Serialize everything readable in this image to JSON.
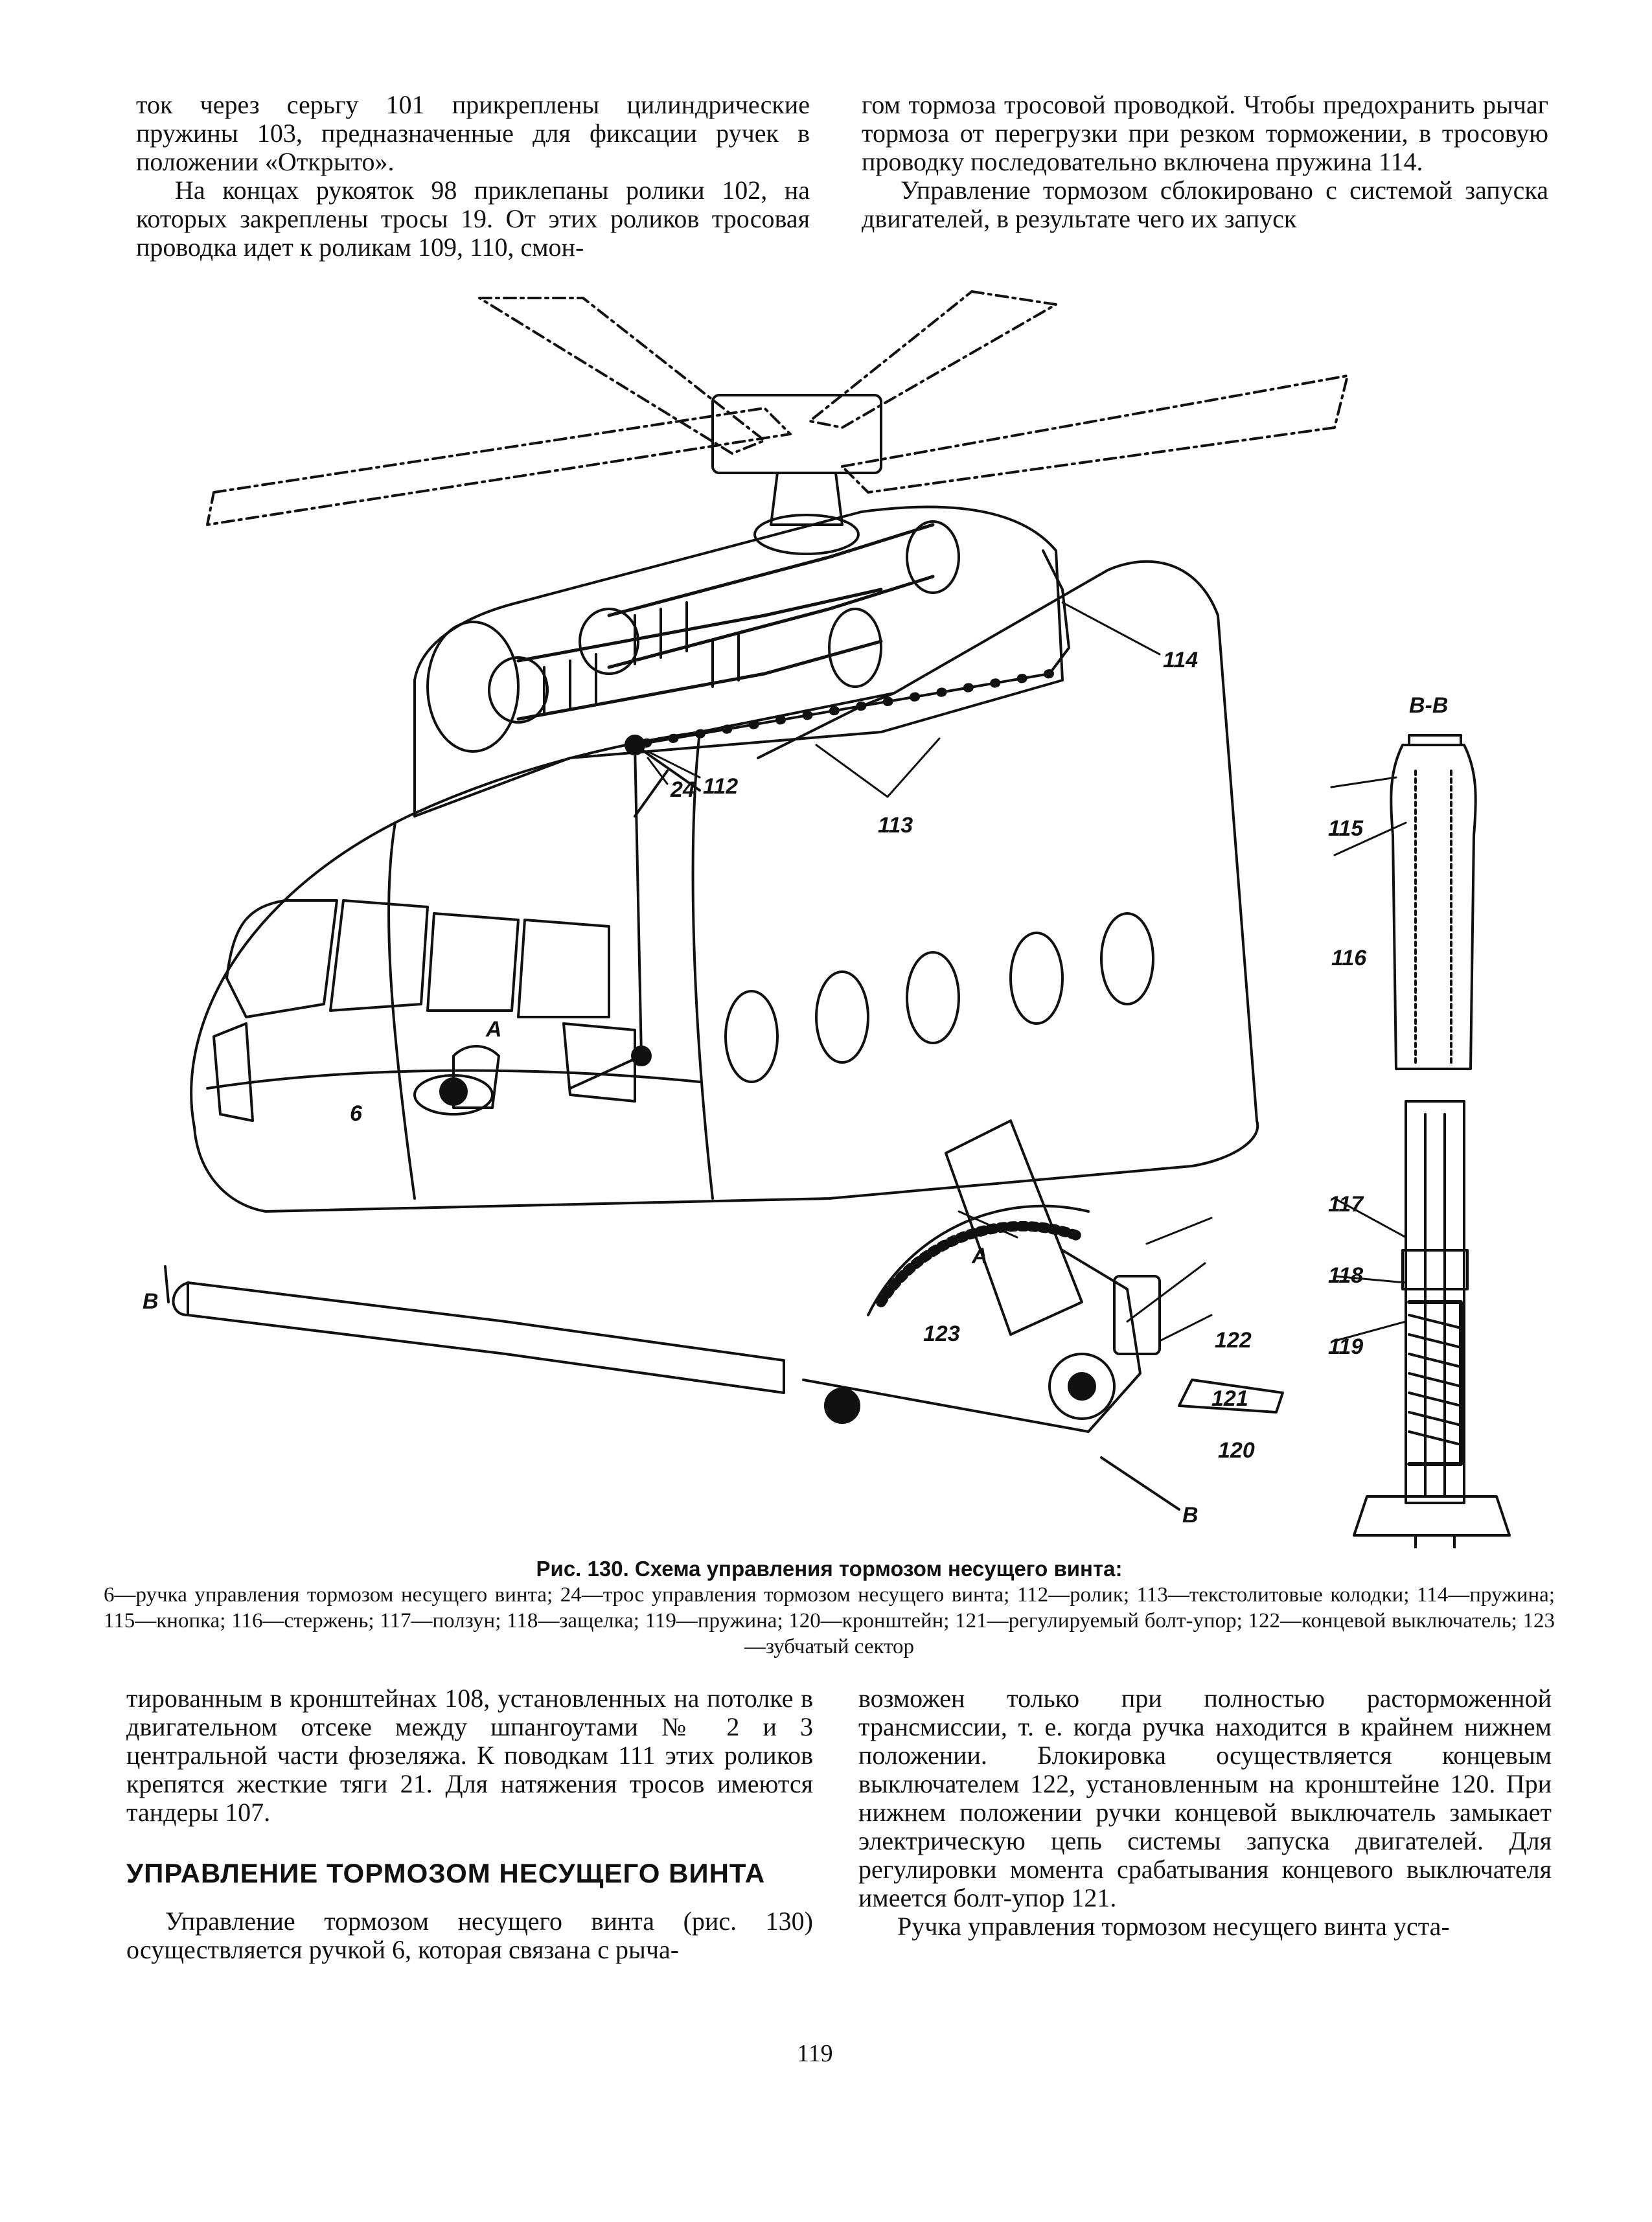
{
  "top_left": {
    "p1": "ток через серьгу 101 прикреплены цилиндрические пружины 103, предназначенные для фиксации ручек в положении «Открыто».",
    "p2": "На концах рукояток 98 приклепаны ролики 102, на которых закреплены тросы 19. От этих роликов тросовая проводка идет к роликам 109, 110, смон-"
  },
  "top_right": {
    "p1": "гом тормоза тросовой проводкой. Чтобы предохранить рычаг тормоза от перегрузки при резком торможении, в тросовую проводку последовательно включена пружина 114.",
    "p2": "Управление тормозом сблокировано с системой запуска двигателей, в результате чего их запуск"
  },
  "figure": {
    "labels": {
      "l114": "114",
      "l113": "113",
      "l112": "112",
      "l24": "24",
      "l6": "6",
      "lA": "A",
      "lA_title": "A",
      "lB_top": "В",
      "lB_bot": "В",
      "l123": "123",
      "l122": "122",
      "l121": "121",
      "l120": "120",
      "lBB": "В-В",
      "l115": "115",
      "l116": "116",
      "l117": "117",
      "l118": "118",
      "l119": "119"
    }
  },
  "caption": {
    "title": "Рис. 130. Схема управления тормозом несущего винта:",
    "items": "6—ручка управления тормозом несущего винта; 24—трос управления тормозом несущего винта; 112—ролик; 113—текстолитовые колодки; 114—пружина; 115—кнопка; 116—стержень; 117—ползун; 118—защелка; 119—пружина; 120—кронштейн; 121—регулируемый болт-упор; 122—концевой выключатель; 123—зубчатый сектор"
  },
  "bottom_left": {
    "p1": "тированным в кронштейнах 108, установленных на потолке в двигательном отсеке между шпангоутами № 2 и 3 центральной части фюзеляжа. К поводкам 111 этих роликов крепятся жесткие тяги 21. Для натяжения тросов имеются тандеры 107.",
    "heading": "УПРАВЛЕНИЕ ТОРМОЗОМ НЕСУЩЕГО ВИНТА",
    "p2": "Управление тормозом несущего винта (рис. 130) осуществляется ручкой 6, которая связана с рыча-"
  },
  "bottom_right": {
    "p1": "возможен только при полностью расторможенной трансмиссии, т. е. когда ручка находится в крайнем нижнем положении. Блокировка осуществляется концевым выключателем 122, установленным на кронштейне 120. При нижнем положении ручки концевой выключатель замыкает электрическую цепь системы запуска двигателей. Для регулировки момента срабатывания концевого выключателя имеется болт-упор 121.",
    "p2": "Ручка управления тормозом несущего винта уста-"
  },
  "page_number": "119"
}
